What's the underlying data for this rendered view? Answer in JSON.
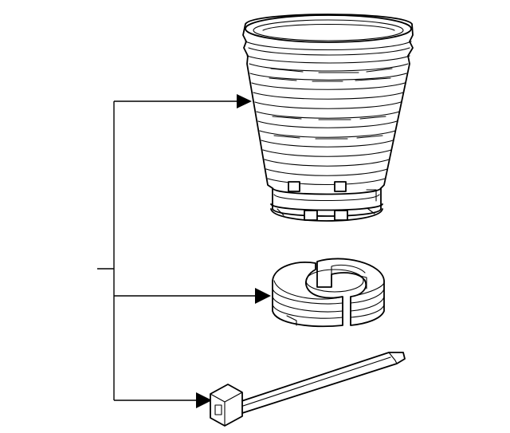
{
  "diagram": {
    "type": "parts-breakdown",
    "parts": [
      {
        "id": "boot",
        "icon": "bellows-boot-icon"
      },
      {
        "id": "bumper",
        "icon": "split-bumper-ring-icon"
      },
      {
        "id": "tie",
        "icon": "cable-tie-icon"
      }
    ],
    "colors": {
      "ink": "#000000",
      "background": "#ffffff"
    }
  }
}
